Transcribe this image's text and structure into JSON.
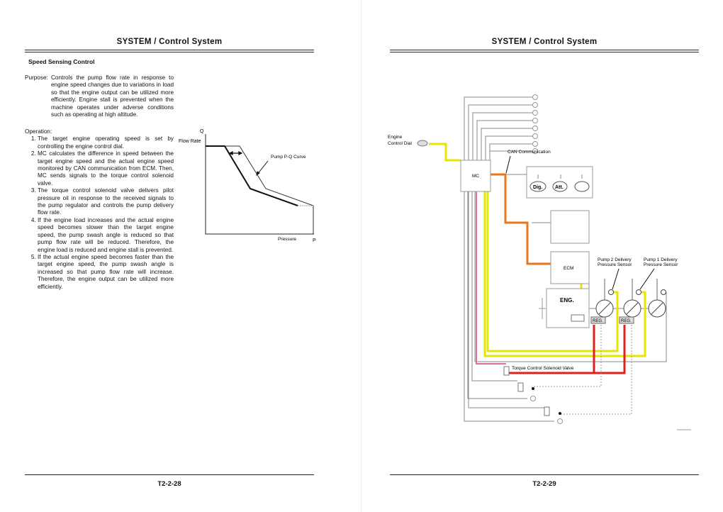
{
  "left_page": {
    "header": "SYSTEM / Control System",
    "section_title": "Speed Sensing Control",
    "purpose_label": "Purpose:",
    "purpose_text": "Controls the pump flow rate in response to engine speed changes due to variations in load so that the engine output can be utilized more efficiently. Engine stall is prevented when the machine operates under adverse conditions such as operating at high altitude.",
    "operation_label": "Operation:",
    "operation_steps": [
      "The target engine operating speed is set by controlling the engine control dial.",
      "MC calculates the difference in speed between the target engine speed and the actual engine speed monitored by CAN communication from ECM. Then, MC sends signals to the torque control solenoid valve.",
      "The torque control solenoid valve delivers pilot pressure oil in response to the received signals to the pump regulator and controls the pump delivery flow rate.",
      "If the engine load increases and the actual engine speed becomes slower than the target engine speed, the pump swash angle is reduced so that pump flow rate will be reduced. Therefore, the engine load is reduced and engine stall is prevented.",
      "If the actual engine speed becomes faster than the target engine speed, the pump swash angle is increased so that pump flow rate will increase. Therefore, the engine output can be utilized more efficiently."
    ],
    "graph": {
      "y_axis_symbol": "Q",
      "y_axis_label": "Flow Rate",
      "x_axis_label": "Pressure",
      "x_axis_symbol": "P",
      "curve_label": "Pump P-Q Curve"
    },
    "page_number": "T2-2-28"
  },
  "right_page": {
    "header": "SYSTEM / Control System",
    "diagram": {
      "engine_dial_line1": "Engine",
      "engine_dial_line2": "Control Dial",
      "can_label": "CAN Communication",
      "mc": "MC",
      "dig": "Dig.",
      "att": "Att.",
      "ecm": "ECM",
      "eng": "ENG.",
      "reg": "REG.",
      "pump2_sensor_line1": "Pump 2 Delivery",
      "pump2_sensor_line2": "Pressure Sensor",
      "pump1_sensor_line1": "Pump 1 Delivery",
      "pump1_sensor_line2": "Pressure Sensor",
      "torque_valve": "Torque Control Solenoid Valve",
      "colors": {
        "yellow": "#e6e600",
        "orange": "#e8761c",
        "red": "#e0201c",
        "pink": "#e0709a",
        "line": "#888888"
      }
    },
    "page_number": "T2-2-29"
  }
}
